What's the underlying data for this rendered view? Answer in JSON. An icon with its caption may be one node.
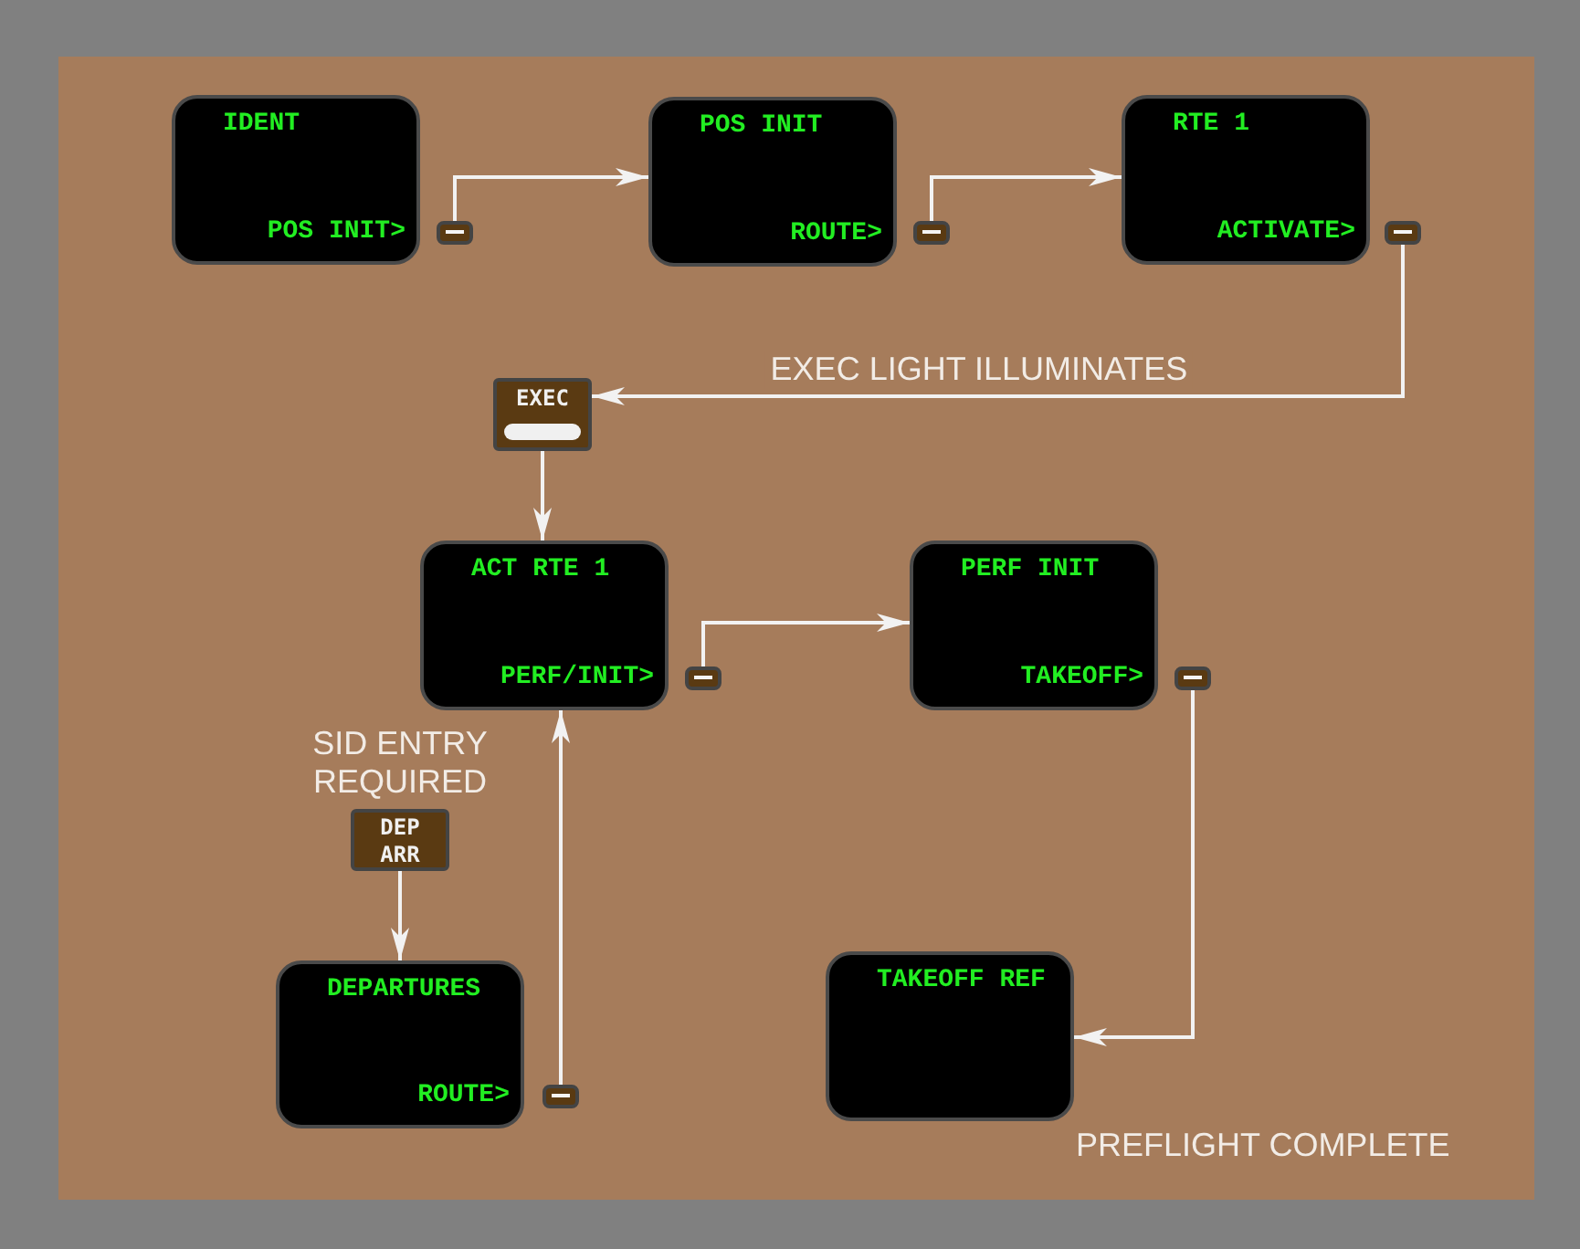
{
  "diagram": {
    "nodes": [
      {
        "text": [
          "IDENT",
          "POS INIT>"
        ]
      },
      {
        "text": [],
        "shape": "box"
      },
      {
        "text": [
          "POS INIT",
          "ROUTE>"
        ]
      },
      {
        "text": [],
        "shape": "box"
      },
      {
        "text": [
          "RTE 1",
          "ACTIVATE>"
        ]
      },
      {
        "text": [],
        "shape": "box"
      },
      {
        "text": [
          "EXEC"
        ]
      },
      {
        "text": [
          "ACT RTE 1",
          "PERF/INIT>"
        ]
      },
      {
        "text": [],
        "shape": "box"
      },
      {
        "text": [
          "PERF INIT",
          "TAKEOFF>"
        ]
      },
      {
        "text": [],
        "shape": "box"
      },
      {
        "text": [
          "DEP ARR"
        ],
        "beside": [
          "SID ENTRY REQUIRED"
        ]
      },
      {
        "text": [
          "DEPARTURES",
          "ROUTE>"
        ]
      },
      {
        "text": [],
        "shape": "box"
      },
      {
        "text": [
          "TAKEOFF REF"
        ]
      }
    ],
    "edges": [
      {
        "from": 1,
        "to": 2,
        "arrow": "to"
      },
      {
        "from": 3,
        "to": 4,
        "arrow": "to"
      },
      {
        "from": 5,
        "to": 6,
        "arrow": "to",
        "label": "EXEC LIGHT ILLUMINATES"
      },
      {
        "from": 6,
        "to": 7,
        "arrow": "to"
      },
      {
        "from": 8,
        "to": 9,
        "arrow": "to"
      },
      {
        "from": 10,
        "to": 14,
        "arrow": "to"
      },
      {
        "from": 11,
        "to": 12,
        "arrow": "to"
      },
      {
        "from": 13,
        "to": 7,
        "arrow": "to"
      }
    ],
    "labels": [
      "PREFLIGHT COMPLETE"
    ]
  }
}
